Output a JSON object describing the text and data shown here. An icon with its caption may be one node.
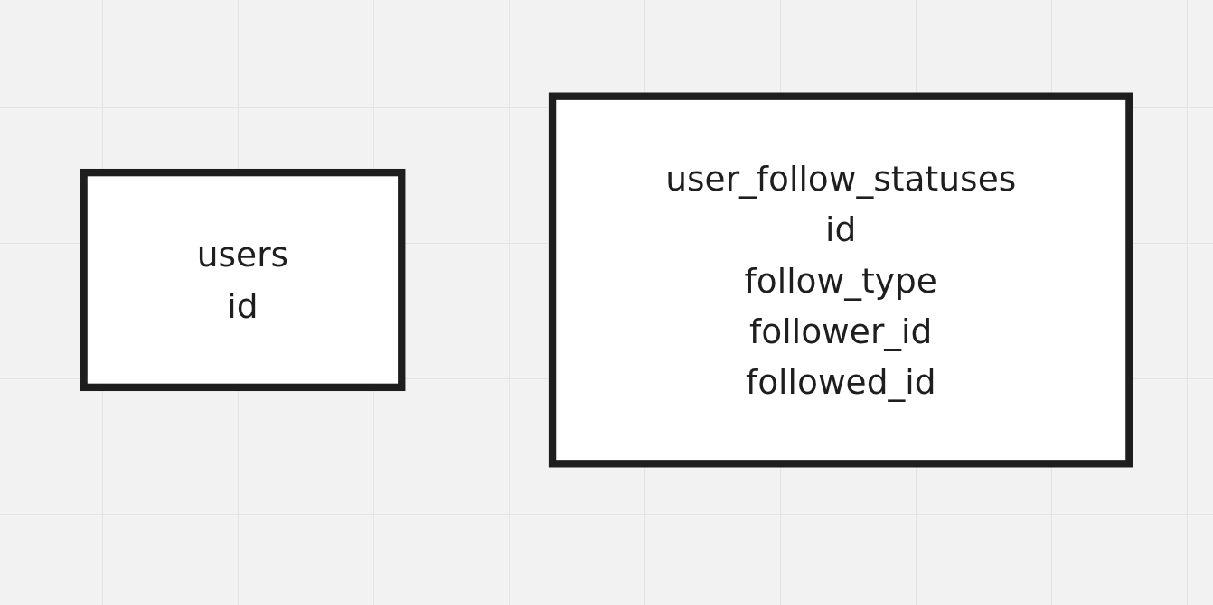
{
  "diagram": {
    "nodes": [
      {
        "text": [
          "users",
          "id"
        ]
      },
      {
        "text": [
          "user_follow_statuses",
          "id",
          "follow_type",
          "follower_id",
          "followed_id"
        ]
      }
    ]
  }
}
